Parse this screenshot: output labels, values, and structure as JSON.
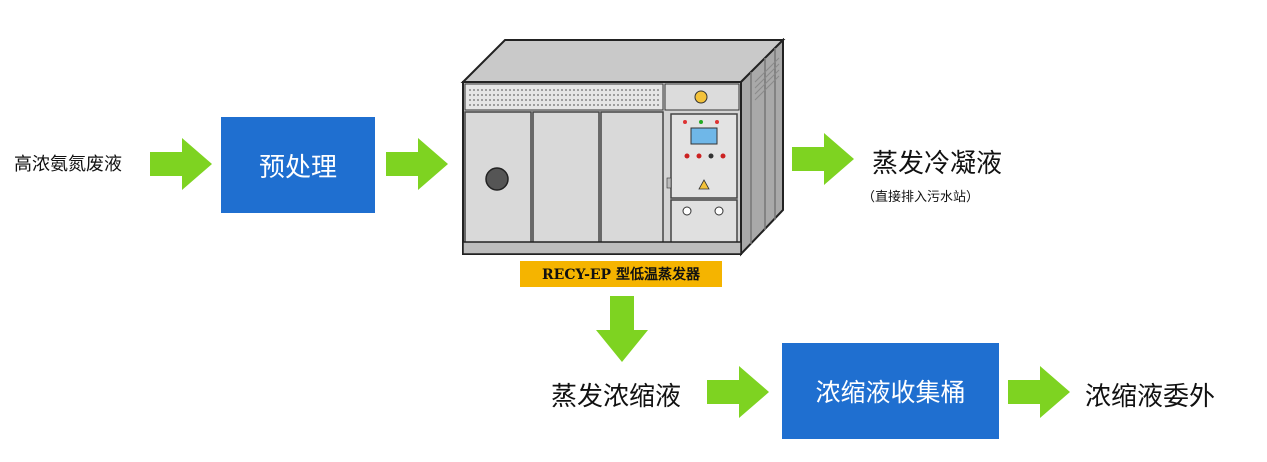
{
  "flow": {
    "input_label": "高浓氨氮废液",
    "pretreatment_box": "预处理",
    "condensate_label": "蒸发冷凝液",
    "condensate_note": "（直接排入污水站）",
    "evaporator_caption": "RECY-EP 型低温蒸发器",
    "concentrate_label": "蒸发浓缩液",
    "collection_box": "浓缩液收集桶",
    "output_label": "浓缩液委外"
  },
  "colors": {
    "arrow": "#7ed321",
    "box": "#1f6fd0",
    "caption_bg": "#f5b400"
  }
}
